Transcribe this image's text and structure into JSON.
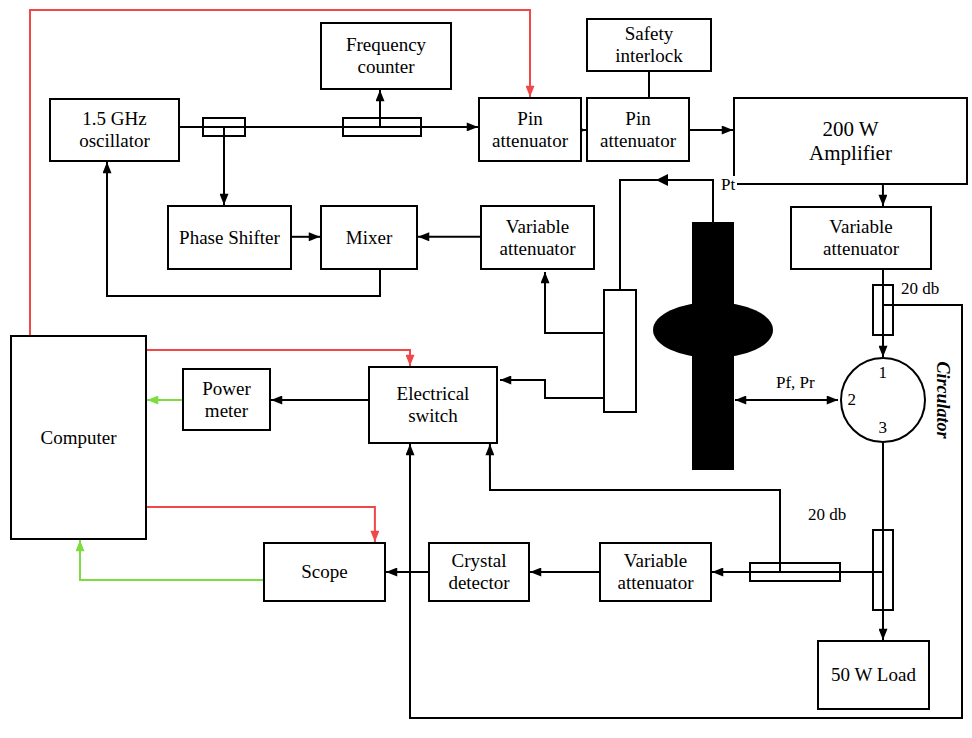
{
  "diagram": {
    "nodes": [
      {
        "text": [
          "1.5 GHz oscillator"
        ]
      },
      {
        "text": [
          "Frequency counter"
        ]
      },
      {
        "text": [
          "Pin attenuator"
        ]
      },
      {
        "text": [
          "Safety interlock"
        ]
      },
      {
        "text": [
          "Pin attenuator"
        ]
      },
      {
        "text": [
          "200 W Amplifier"
        ]
      },
      {
        "text": [
          "Phase Shifter"
        ]
      },
      {
        "text": [
          "Mixer"
        ]
      },
      {
        "text": [
          "Variable attenuator"
        ]
      },
      {
        "text": [
          "Variable attenuator"
        ]
      },
      {
        "text": [
          "Computer"
        ]
      },
      {
        "text": [
          "Power meter"
        ]
      },
      {
        "text": [
          "Electrical switch"
        ]
      },
      {
        "text": [
          "Scope"
        ]
      },
      {
        "text": [
          "Crystal detector"
        ]
      },
      {
        "text": [
          "Variable attenuator"
        ]
      },
      {
        "text": [
          "50 W Load"
        ]
      },
      {
        "text": [
          "Circulator",
          "1",
          "2",
          "3"
        ]
      }
    ],
    "edges": [
      {
        "from": 0,
        "to": 2,
        "arrow": "to"
      },
      {
        "from": 0,
        "to": 1,
        "arrow": "to"
      },
      {
        "from": 0,
        "to": 6,
        "arrow": "to"
      },
      {
        "from": 2,
        "to": 4,
        "arrow": "to"
      },
      {
        "from": 3,
        "to": 4,
        "arrow": "none"
      },
      {
        "from": 4,
        "to": 5,
        "arrow": "to"
      },
      {
        "from": 5,
        "to": 9,
        "arrow": "to"
      },
      {
        "from": 9,
        "to": 17,
        "arrow": "to"
      },
      {
        "from": 17,
        "to": 16,
        "arrow": "to"
      },
      {
        "from": 17,
        "to": 15,
        "arrow": "to"
      },
      {
        "from": 17,
        "to": 12,
        "arrow": "to"
      },
      {
        "from": 9,
        "to": 12,
        "arrow": "to"
      },
      {
        "from": 7,
        "to": 0,
        "arrow": "to"
      },
      {
        "from": 6,
        "to": 7,
        "arrow": "to"
      },
      {
        "from": 8,
        "to": 7,
        "arrow": "to"
      },
      {
        "from": 10,
        "to": 2,
        "arrow": "to"
      },
      {
        "from": 10,
        "to": 12,
        "arrow": "to"
      },
      {
        "from": 12,
        "to": 11,
        "arrow": "to"
      },
      {
        "from": 11,
        "to": 10,
        "arrow": "to"
      },
      {
        "from": 10,
        "to": 13,
        "arrow": "to"
      },
      {
        "from": 13,
        "to": 10,
        "arrow": "to"
      },
      {
        "from": 14,
        "to": 13,
        "arrow": "to"
      },
      {
        "from": 15,
        "to": 14,
        "arrow": "to"
      }
    ],
    "labels": [
      "Pt",
      "Pf, Pr",
      "20 db",
      "20 db"
    ]
  }
}
